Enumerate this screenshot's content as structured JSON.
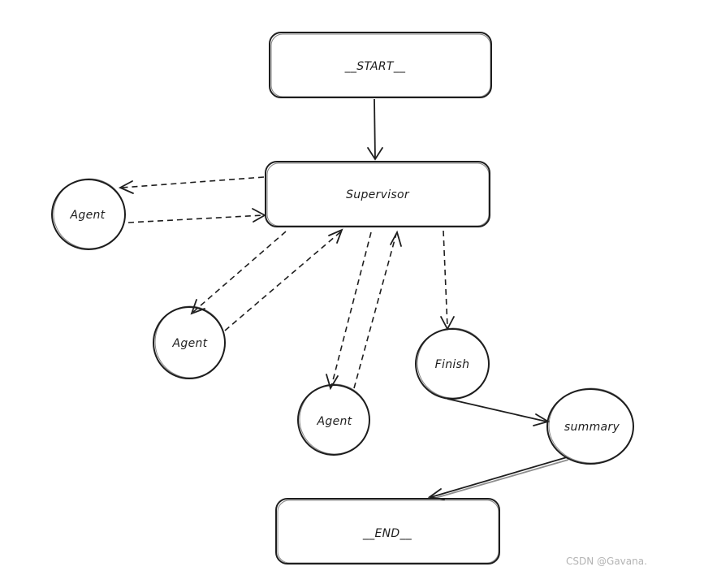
{
  "nodes": {
    "start": {
      "label": "__START__"
    },
    "supervisor": {
      "label": "Supervisor"
    },
    "agent_left": {
      "label": "Agent"
    },
    "agent_mid": {
      "label": "Agent"
    },
    "agent_bottom": {
      "label": "Agent"
    },
    "finish": {
      "label": "Finish"
    },
    "summary": {
      "label": "summary"
    },
    "end": {
      "label": "__END__"
    }
  },
  "edges": [
    {
      "from": "start",
      "to": "supervisor",
      "style": "solid"
    },
    {
      "from": "supervisor",
      "to": "agent_left",
      "style": "dashed"
    },
    {
      "from": "agent_left",
      "to": "supervisor",
      "style": "dashed"
    },
    {
      "from": "supervisor",
      "to": "agent_mid",
      "style": "dashed"
    },
    {
      "from": "agent_mid",
      "to": "supervisor",
      "style": "dashed"
    },
    {
      "from": "supervisor",
      "to": "agent_bottom",
      "style": "dashed"
    },
    {
      "from": "agent_bottom",
      "to": "supervisor",
      "style": "dashed"
    },
    {
      "from": "supervisor",
      "to": "finish",
      "style": "dashed"
    },
    {
      "from": "finish",
      "to": "summary",
      "style": "solid"
    },
    {
      "from": "summary",
      "to": "end",
      "style": "solid"
    }
  ],
  "watermark": "CSDN @Gavana."
}
